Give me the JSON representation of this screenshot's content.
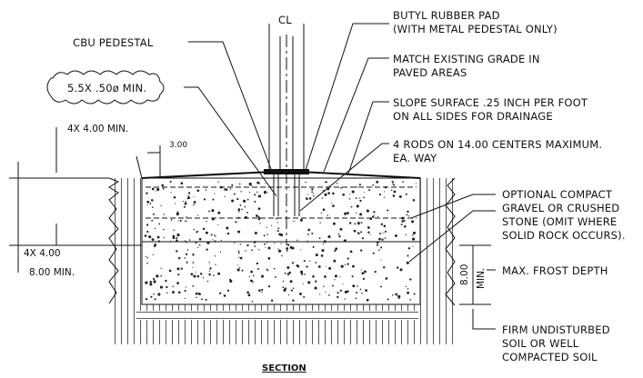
{
  "labels": {
    "centerline": "CL",
    "butyl_line1": "BUTYL RUBBER PAD",
    "butyl_line2": "(WITH METAL PEDESTAL ONLY)",
    "cbu_pedestal": "CBU PEDESTAL",
    "match_line1": "MATCH EXISTING GRADE IN",
    "match_line2": "PAVED AREAS",
    "bolt_callout": "5.5X .50ø MIN.",
    "slope_line1": "SLOPE SURFACE .25 INCH PER FOOT",
    "slope_line2": "ON ALL SIDES FOR DRAINAGE",
    "dim_4x_top": "4X 4.00 MIN.",
    "dim_3": "3.00",
    "rods_line1": "4 RODS ON 14.00 CENTERS MAXIMUM.",
    "rods_line2": "EA. WAY",
    "gravel_line1": "OPTIONAL COMPACT",
    "gravel_line2": "GRAVEL OR CRUSHED",
    "gravel_line3": "STONE (OMIT WHERE",
    "gravel_line4": "SOLID ROCK OCCURS).",
    "dim_4x_side": "4X 4.00",
    "dim_8_min": "8.00 MIN.",
    "dim_8_vert": "8.00",
    "dim_min_vert": "MIN.",
    "frost": "MAX. FROST DEPTH",
    "soil_line1": "FIRM UNDISTURBED",
    "soil_line2": "SOIL OR WELL",
    "soil_line3": "COMPACTED SOIL",
    "section": "SECTION"
  }
}
